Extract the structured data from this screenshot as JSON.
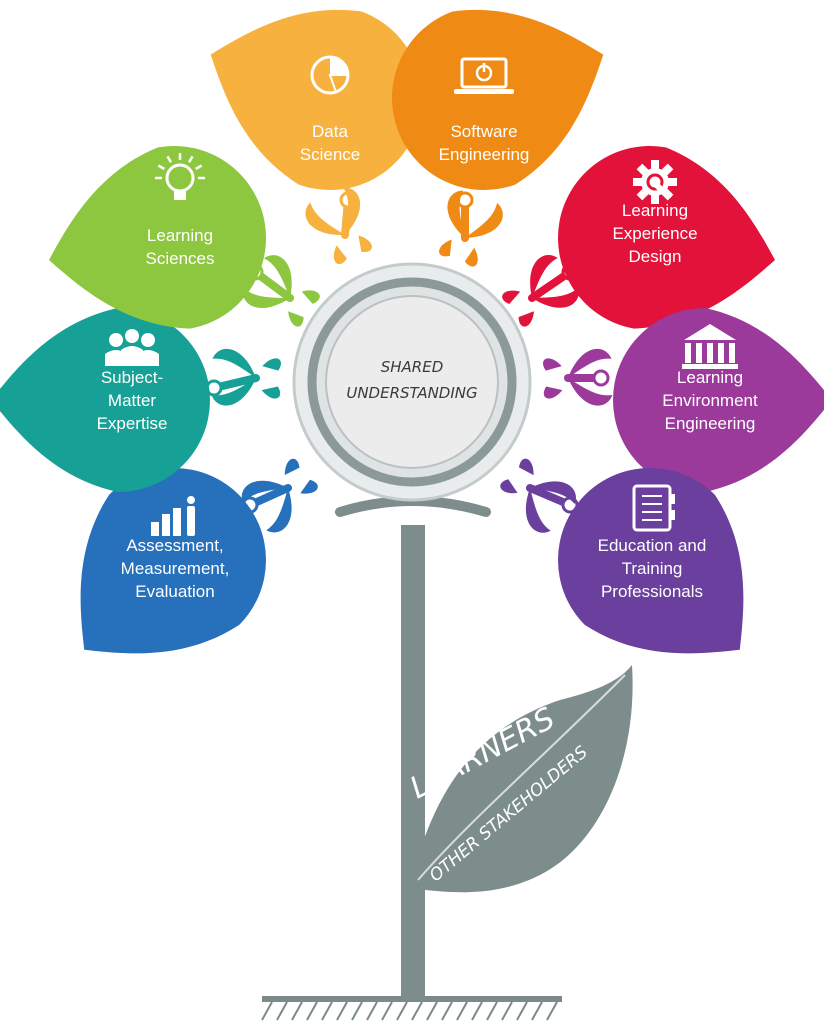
{
  "center": {
    "line1": "SHARED",
    "line2": "UNDERSTANDING"
  },
  "leaf": {
    "primary": "LEARNERS",
    "secondary": "OTHER STAKEHOLDERS"
  },
  "petals": [
    {
      "id": "data-science",
      "color": "#F6B13E",
      "icon": "pie-chart-icon",
      "lines": [
        "Data",
        "Science"
      ]
    },
    {
      "id": "software-engineering",
      "color": "#EF8A14",
      "icon": "laptop-power-icon",
      "lines": [
        "Software",
        "Engineering"
      ]
    },
    {
      "id": "learning-experience-design",
      "color": "#E2123A",
      "icon": "gear-wrench-icon",
      "lines": [
        "Learning",
        "Experience",
        "Design"
      ]
    },
    {
      "id": "learning-environment-engineering",
      "color": "#9B3A9B",
      "icon": "building-icon",
      "lines": [
        "Learning",
        "Environment",
        "Engineering"
      ]
    },
    {
      "id": "education-training-professionals",
      "color": "#6A3F9E",
      "icon": "notebook-icon",
      "lines": [
        "Education and",
        "Training",
        "Professionals"
      ]
    },
    {
      "id": "assessment-measurement-evaluation",
      "color": "#2670BC",
      "icon": "bar-chart-person-icon",
      "lines": [
        "Assessment,",
        "Measurement,",
        "Evaluation"
      ]
    },
    {
      "id": "subject-matter-expertise",
      "color": "#17A096",
      "icon": "people-group-icon",
      "lines": [
        "Subject-",
        "Matter",
        "Expertise"
      ]
    },
    {
      "id": "learning-sciences",
      "color": "#8DC63F",
      "icon": "lightbulb-icon",
      "lines": [
        "Learning",
        "Sciences"
      ]
    }
  ]
}
